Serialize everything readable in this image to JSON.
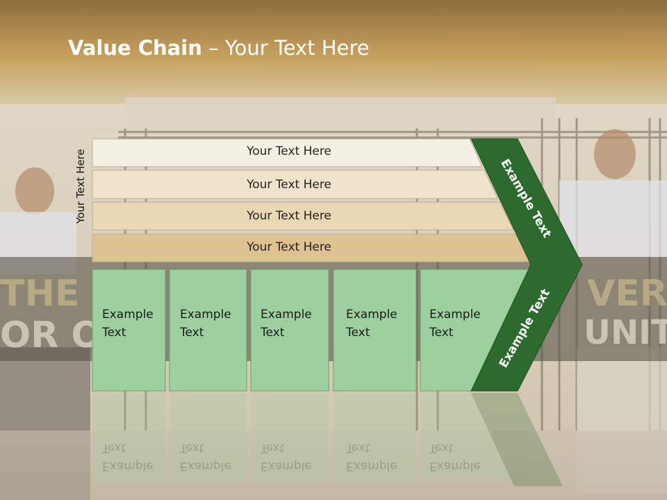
{
  "title": {
    "bold": "Value Chain",
    "rest": " – Your Text Here"
  },
  "side_label": "Your Text Here",
  "rows": [
    {
      "label": "Your Text Here",
      "color": "#f5f0e4"
    },
    {
      "label": "Your Text Here",
      "color": "#f0e3cc"
    },
    {
      "label": "Your Text Here",
      "color": "#ead8b5"
    },
    {
      "label": "Your Text Here",
      "color": "#dfc291"
    }
  ],
  "columns": [
    {
      "label": "Example Text"
    },
    {
      "label": "Example Text"
    },
    {
      "label": "Example Text"
    },
    {
      "label": "Example Text"
    },
    {
      "label": "Example Text"
    }
  ],
  "chevrons": {
    "top": "Example Text",
    "bottom": "Example Text"
  },
  "colors": {
    "green_box": "#9ecf9e",
    "chevron": "#2d6a2d",
    "banner": "#b98f45"
  }
}
